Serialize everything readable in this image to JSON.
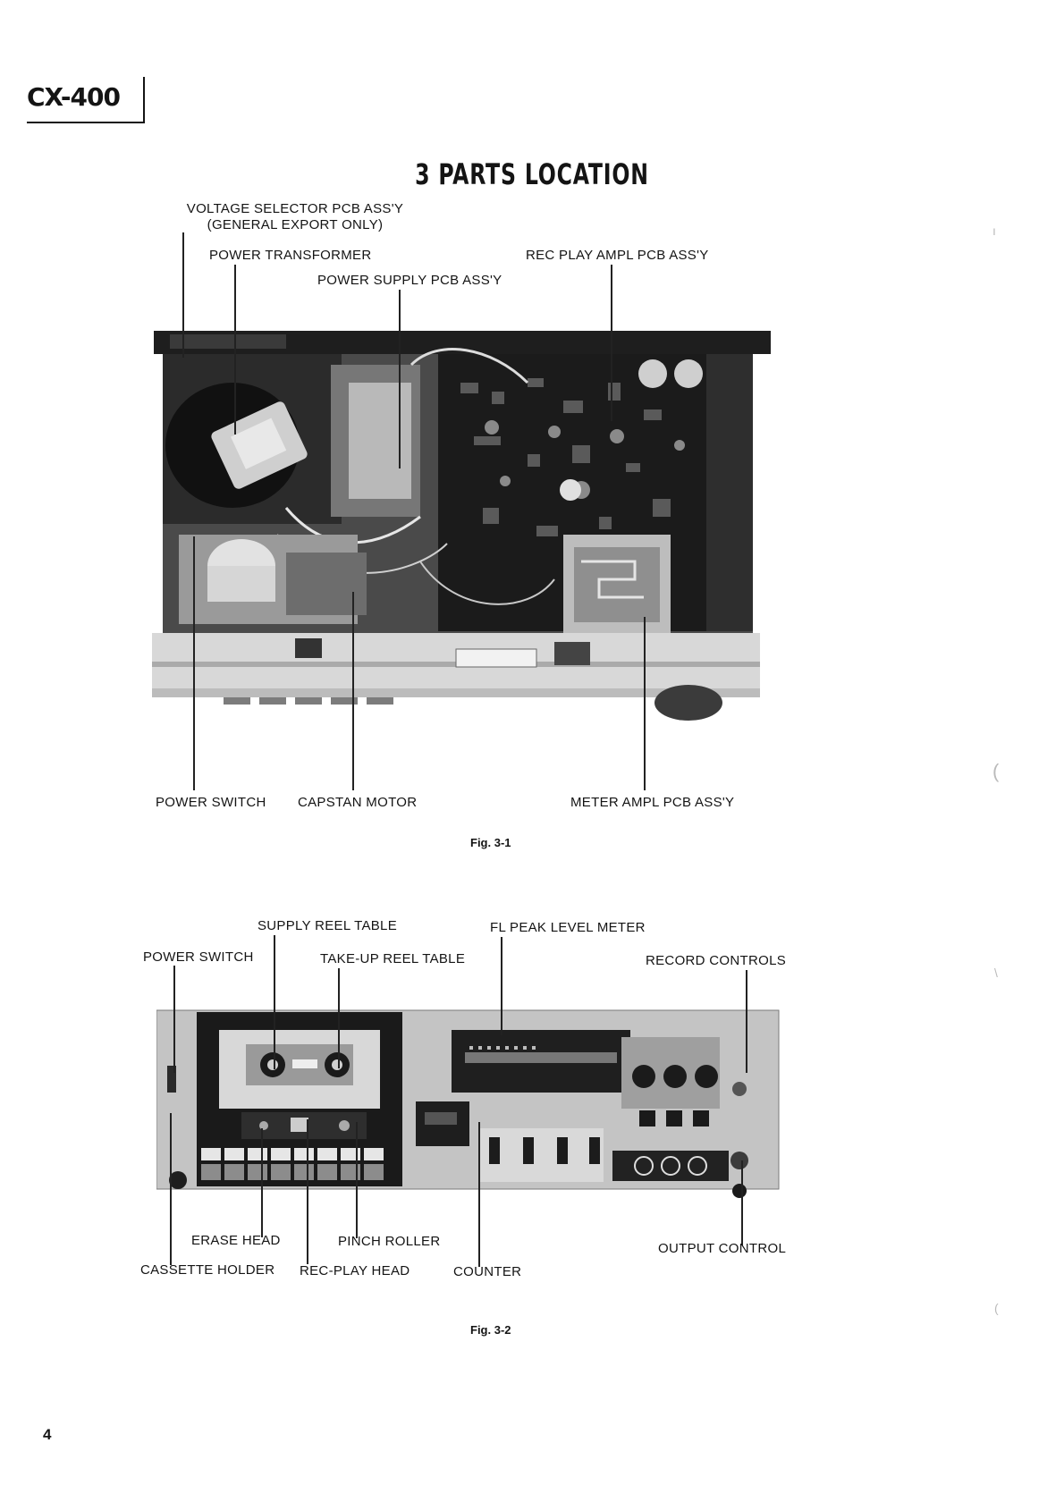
{
  "header": {
    "model": "CX-400"
  },
  "section_title": "3   PARTS LOCATION",
  "fig1": {
    "labels": {
      "voltage_selector_1": "VOLTAGE SELECTOR PCB ASS'Y",
      "voltage_selector_2": "(GENERAL EXPORT ONLY)",
      "power_transformer": "POWER TRANSFORMER",
      "power_supply_pcb": "POWER SUPPLY PCB ASS'Y",
      "rec_play_ampl_pcb": "REC PLAY AMPL PCB ASS'Y",
      "power_switch": "POWER SWITCH",
      "capstan_motor": "CAPSTAN MOTOR",
      "meter_ampl_pcb": "METER AMPL PCB ASS'Y"
    },
    "caption": "Fig. 3-1"
  },
  "fig2": {
    "labels": {
      "supply_reel_table": "SUPPLY REEL TABLE",
      "fl_peak_level_meter": "FL PEAK LEVEL METER",
      "power_switch": "POWER SWITCH",
      "take_up_reel_table": "TAKE-UP REEL TABLE",
      "record_controls": "RECORD CONTROLS",
      "erase_head": "ERASE HEAD",
      "pinch_roller": "PINCH ROLLER",
      "output_control": "OUTPUT CONTROL",
      "cassette_holder": "CASSETTE HOLDER",
      "rec_play_head": "REC-PLAY HEAD",
      "counter": "COUNTER"
    },
    "caption": "Fig. 3-2"
  },
  "footer": {
    "page_number": "4"
  }
}
